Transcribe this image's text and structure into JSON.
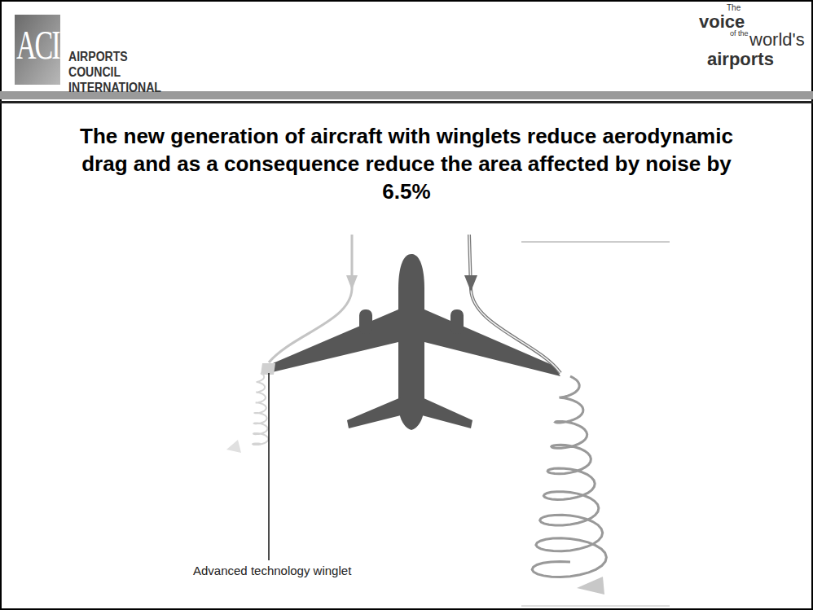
{
  "diagram": {
    "title": "The new generation of aircraft with winglets reduce aerodynamic drag and as a consequence reduce the area affected by noise by 6.5%",
    "labels": [
      "ACI",
      "AIRPORTS COUNCIL INTERNATIONAL",
      "The",
      "voice",
      "of the",
      "world's",
      "airports",
      "Advanced technology winglet"
    ]
  }
}
